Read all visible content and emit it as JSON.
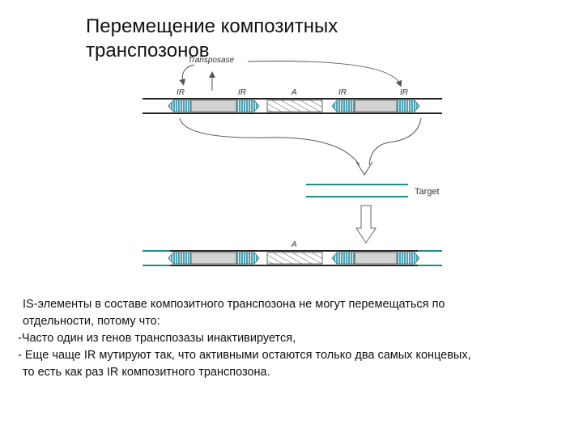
{
  "title": "Перемещение композитных транспозонов",
  "diagram": {
    "transposase_label": "Transposase",
    "ir_label": "IR",
    "a_label": "A",
    "target_label": "Target",
    "colors": {
      "ir_fill": "#4fa3b3",
      "target_line": "#1f8a8a",
      "donor_line": "#222222",
      "gene_fill": "#d3d3d3"
    }
  },
  "caption": {
    "line1": "IS-элементы в составе композитного транспозона не могут перемещаться по",
    "line2": "отдельности, потому что:",
    "line3": "-Часто один из генов транспозазы инактивируется,",
    "line4": "- Еще чаще IR мутируют так, что активными остаются только два самых концевых,",
    "line5": "то есть как раз IR композитного транспозона."
  }
}
